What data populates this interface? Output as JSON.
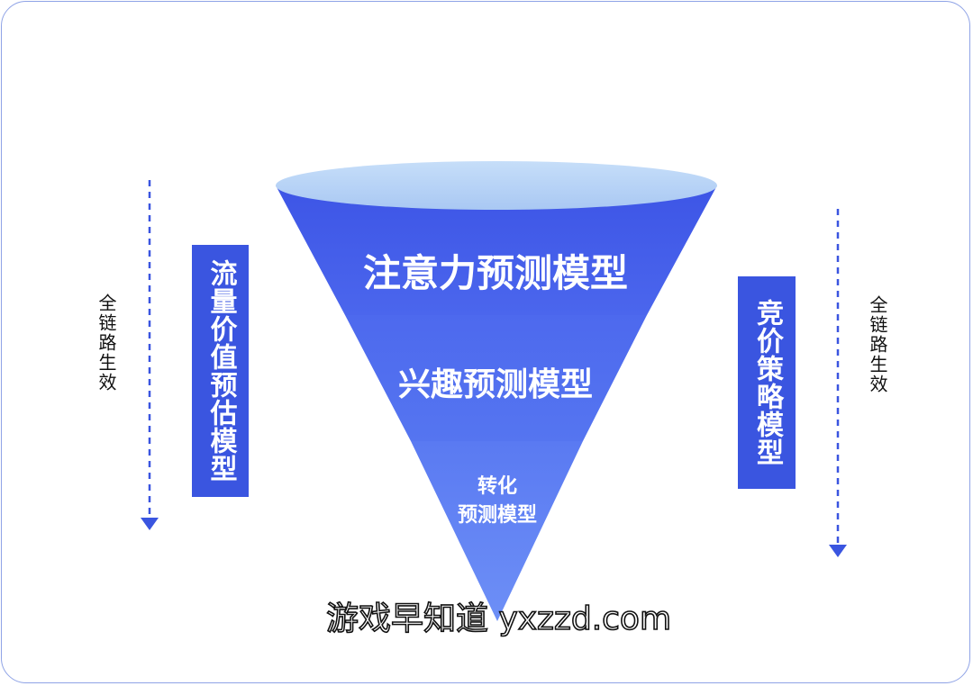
{
  "funnel": {
    "stages": [
      {
        "label": "注意力预测模型"
      },
      {
        "label": "兴趣预测模型"
      },
      {
        "label_line1": "转化",
        "label_line2": "预测模型"
      }
    ]
  },
  "left": {
    "box_label": "流量价值预估模型",
    "arrow_label": "全链路生效"
  },
  "right": {
    "box_label": "竞价策略模型",
    "arrow_label": "全链路生效"
  },
  "watermark": "游戏早知道 yxzzd.com",
  "colors": {
    "funnel_top": "#4560ea",
    "funnel_mid": "#5474f0",
    "funnel_bottom": "#6688f5",
    "rim": "#bcd6f7",
    "box": "#3a55e0",
    "arrow": "#3a55e0",
    "frame": "#8fa3e6"
  }
}
